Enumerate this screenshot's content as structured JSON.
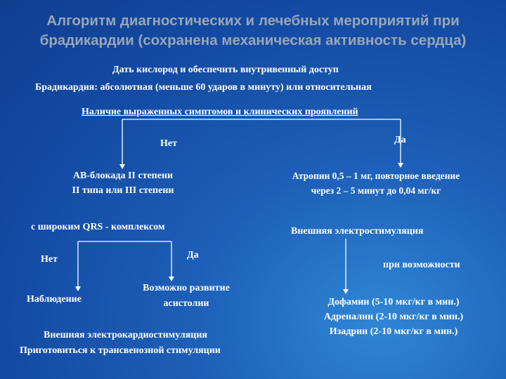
{
  "title": {
    "line1": "Алгоритм диагностических и лечебных мероприятий при",
    "line2": "брадикардии (сохранена механическая активность сердца)"
  },
  "steps": {
    "oxygen": "Дать кислород и обеспечить внутривенный доступ",
    "bradycardia": "Брадикардия: абсолютная (меньше 60 ударов в минуту) или относительная",
    "symptoms": "Наличие выраженных симптомов и клинических проявлений"
  },
  "left": {
    "no": "Нет",
    "av_block_line1": "АВ-блокада II степени",
    "av_block_line2": "II типа или III степени",
    "wide_qrs": "с широким QRS - комплексом",
    "no2": "Нет",
    "yes2": "Да",
    "observation": "Наблюдение",
    "asystole_line1": "Возможно развитие",
    "asystole_line2": "асистолии",
    "pacing_line1": "Внешняя электрокардиостимуляция",
    "pacing_line2": "Приготовиться к трансвенозной стимуляции"
  },
  "right": {
    "yes": "Да",
    "atropine_line1": "Атропин 0,5 – 1 мг, повторное введение",
    "atropine_line2": "через 2 – 5 минут до 0,04 мг/кг",
    "ext_pacing": "Внешняя электростимуляция",
    "if_possible": "при возможности",
    "dopamine": "Дофамин (5-10 мкг/кг в мин.)",
    "adrenaline": "Адреналин (2-10 мкг/кг в мин.)",
    "isadrin": "Изадрин (2-10 мкг/кг в мин.)"
  },
  "colors": {
    "background": "#1a58b0",
    "title": "#99a6b5",
    "text": "#ffffff"
  }
}
